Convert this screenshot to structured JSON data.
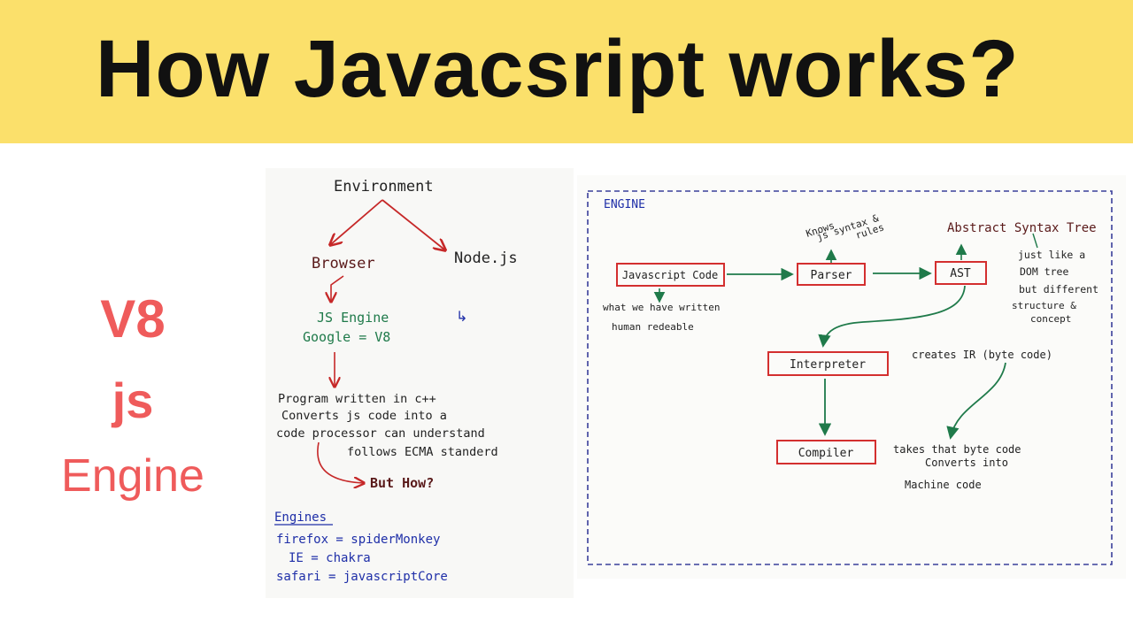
{
  "banner": {
    "title": "How Javacsript works?"
  },
  "side_label": {
    "line1": "V8",
    "line2": "js",
    "line3": "Engine"
  },
  "left_sketch": {
    "environment": "Environment",
    "browser": "Browser",
    "nodejs": "Node.js",
    "arrow_symbol": "↳",
    "js_engine": "JS Engine",
    "google_v8": "Google = V8",
    "desc_lines": [
      "Program written in c++",
      "Converts js code into a",
      "code processor can understand",
      "follows ECMA standerd"
    ],
    "but_how": "But How?",
    "engines_title": "Engines",
    "engines": [
      "firefox = spiderMonkey",
      "IE = chakra",
      "safari = javascriptCore"
    ]
  },
  "engine_diagram": {
    "label": "ENGINE",
    "nodes": {
      "js_code": "Javascript Code",
      "parser": "Parser",
      "ast": "AST",
      "interpreter": "Interpreter",
      "compiler": "Compiler"
    },
    "notes": {
      "knows_line1": "Knows",
      "knows_line2": "js syntax &",
      "knows_line3": "rules",
      "ast_full": "Abstract Syntax Tree",
      "dom_lines": [
        "just like a",
        "DOM tree",
        "but different",
        "structure &",
        "concept"
      ],
      "written_line1": "what we have written",
      "written_line2": "human redeable",
      "creates_ir": "creates IR (byte code)",
      "takes_lines": [
        "takes that byte code",
        "Converts into",
        "Machine code"
      ]
    }
  },
  "colors": {
    "banner": "#fbe06b",
    "side_text": "#ef5b5b",
    "pen_black": "#222222",
    "pen_red": "#c62828",
    "pen_green": "#1f7a4a",
    "pen_blue": "#1f2fa8",
    "box_border": "#d32f2f"
  }
}
